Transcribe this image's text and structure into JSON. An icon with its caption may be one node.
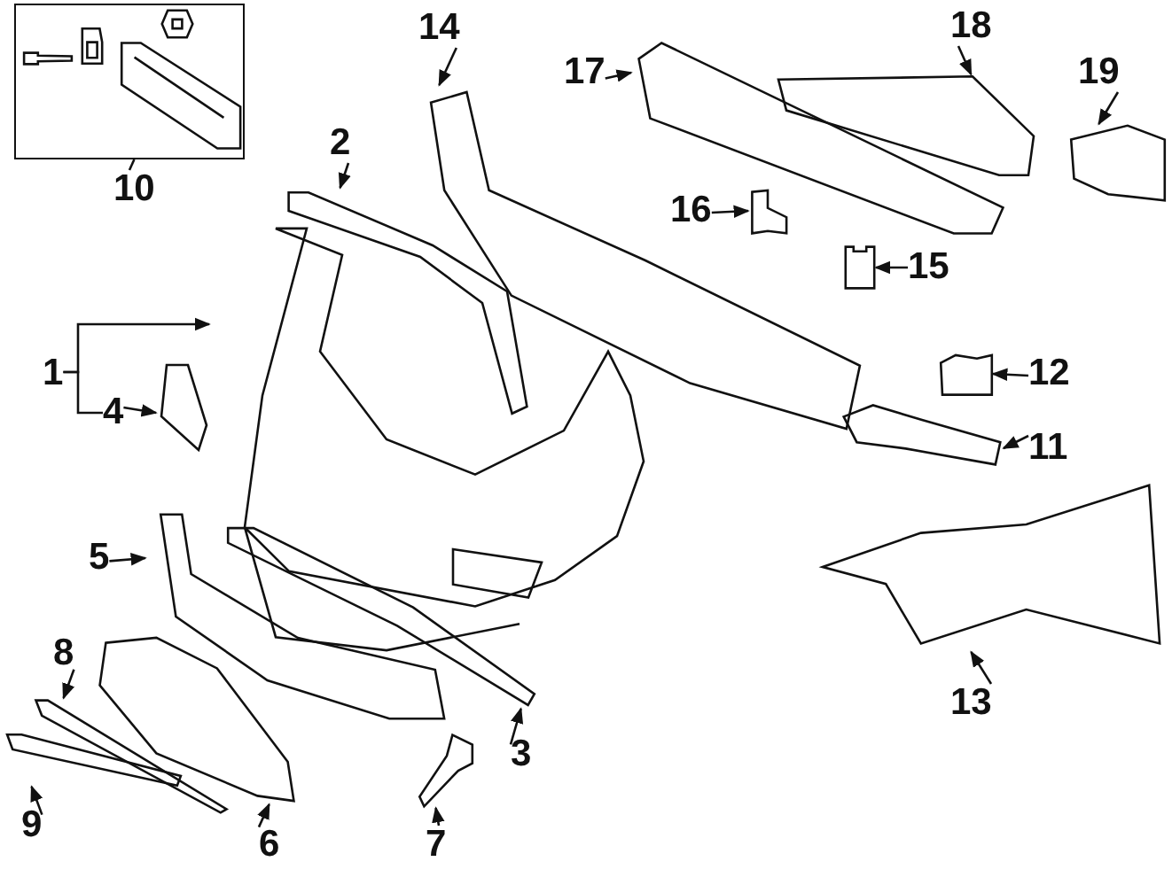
{
  "diagram": {
    "nodes": [
      {
        "text": [
          "10"
        ]
      },
      {
        "text": [],
        "shape": "box"
      },
      {
        "text": [],
        "shape": "picture",
        "in": 1
      },
      {
        "text": [],
        "shape": "picture",
        "in": 1
      },
      {
        "text": [],
        "shape": "picture",
        "in": 1
      },
      {
        "text": [],
        "shape": "picture",
        "in": 1
      },
      {
        "text": [
          "1"
        ]
      },
      {
        "text": [
          "4"
        ]
      },
      {
        "text": [],
        "shape": "picture"
      },
      {
        "text": [],
        "shape": "picture"
      },
      {
        "text": [
          "2"
        ]
      },
      {
        "text": [],
        "shape": "picture"
      },
      {
        "text": [
          "14"
        ]
      },
      {
        "text": [],
        "shape": "picture"
      },
      {
        "text": [
          "17"
        ]
      },
      {
        "text": [],
        "shape": "picture"
      },
      {
        "text": [
          "18"
        ]
      },
      {
        "text": [],
        "shape": "picture"
      },
      {
        "text": [
          "19"
        ]
      },
      {
        "text": [],
        "shape": "picture"
      },
      {
        "text": [
          "16"
        ]
      },
      {
        "text": [],
        "shape": "picture"
      },
      {
        "text": [
          "15"
        ]
      },
      {
        "text": [],
        "shape": "picture"
      },
      {
        "text": [
          "12"
        ]
      },
      {
        "text": [],
        "shape": "picture"
      },
      {
        "text": [
          "11"
        ]
      },
      {
        "text": [],
        "shape": "picture"
      },
      {
        "text": [
          "13"
        ]
      },
      {
        "text": [],
        "shape": "picture"
      },
      {
        "text": [
          "5"
        ]
      },
      {
        "text": [],
        "shape": "picture"
      },
      {
        "text": [
          "3"
        ]
      },
      {
        "text": [],
        "shape": "picture"
      },
      {
        "text": [
          "8"
        ]
      },
      {
        "text": [],
        "shape": "picture"
      },
      {
        "text": [
          "9"
        ]
      },
      {
        "text": [],
        "shape": "picture"
      },
      {
        "text": [
          "6"
        ]
      },
      {
        "text": [],
        "shape": "picture"
      },
      {
        "text": [
          "7"
        ]
      },
      {
        "text": [],
        "shape": "picture"
      }
    ],
    "edges": [
      {
        "from": 0,
        "to": 1,
        "arrow": "none"
      },
      {
        "from": 6,
        "to": 8,
        "arrow": "to"
      },
      {
        "from": 6,
        "to": 7,
        "arrow": "none"
      },
      {
        "from": 7,
        "to": 9,
        "arrow": "to"
      },
      {
        "from": 10,
        "to": 11,
        "arrow": "to"
      },
      {
        "from": 12,
        "to": 13,
        "arrow": "to"
      },
      {
        "from": 14,
        "to": 15,
        "arrow": "to"
      },
      {
        "from": 16,
        "to": 17,
        "arrow": "to"
      },
      {
        "from": 18,
        "to": 19,
        "arrow": "to"
      },
      {
        "from": 20,
        "to": 21,
        "arrow": "to"
      },
      {
        "from": 22,
        "to": 23,
        "arrow": "to"
      },
      {
        "from": 24,
        "to": 25,
        "arrow": "to"
      },
      {
        "from": 26,
        "to": 27,
        "arrow": "to"
      },
      {
        "from": 28,
        "to": 29,
        "arrow": "to"
      },
      {
        "from": 30,
        "to": 31,
        "arrow": "to"
      },
      {
        "from": 32,
        "to": 33,
        "arrow": "to"
      },
      {
        "from": 34,
        "to": 35,
        "arrow": "to"
      },
      {
        "from": 36,
        "to": 37,
        "arrow": "to"
      },
      {
        "from": 38,
        "to": 39,
        "arrow": "to"
      },
      {
        "from": 40,
        "to": 41,
        "arrow": "to"
      }
    ]
  }
}
